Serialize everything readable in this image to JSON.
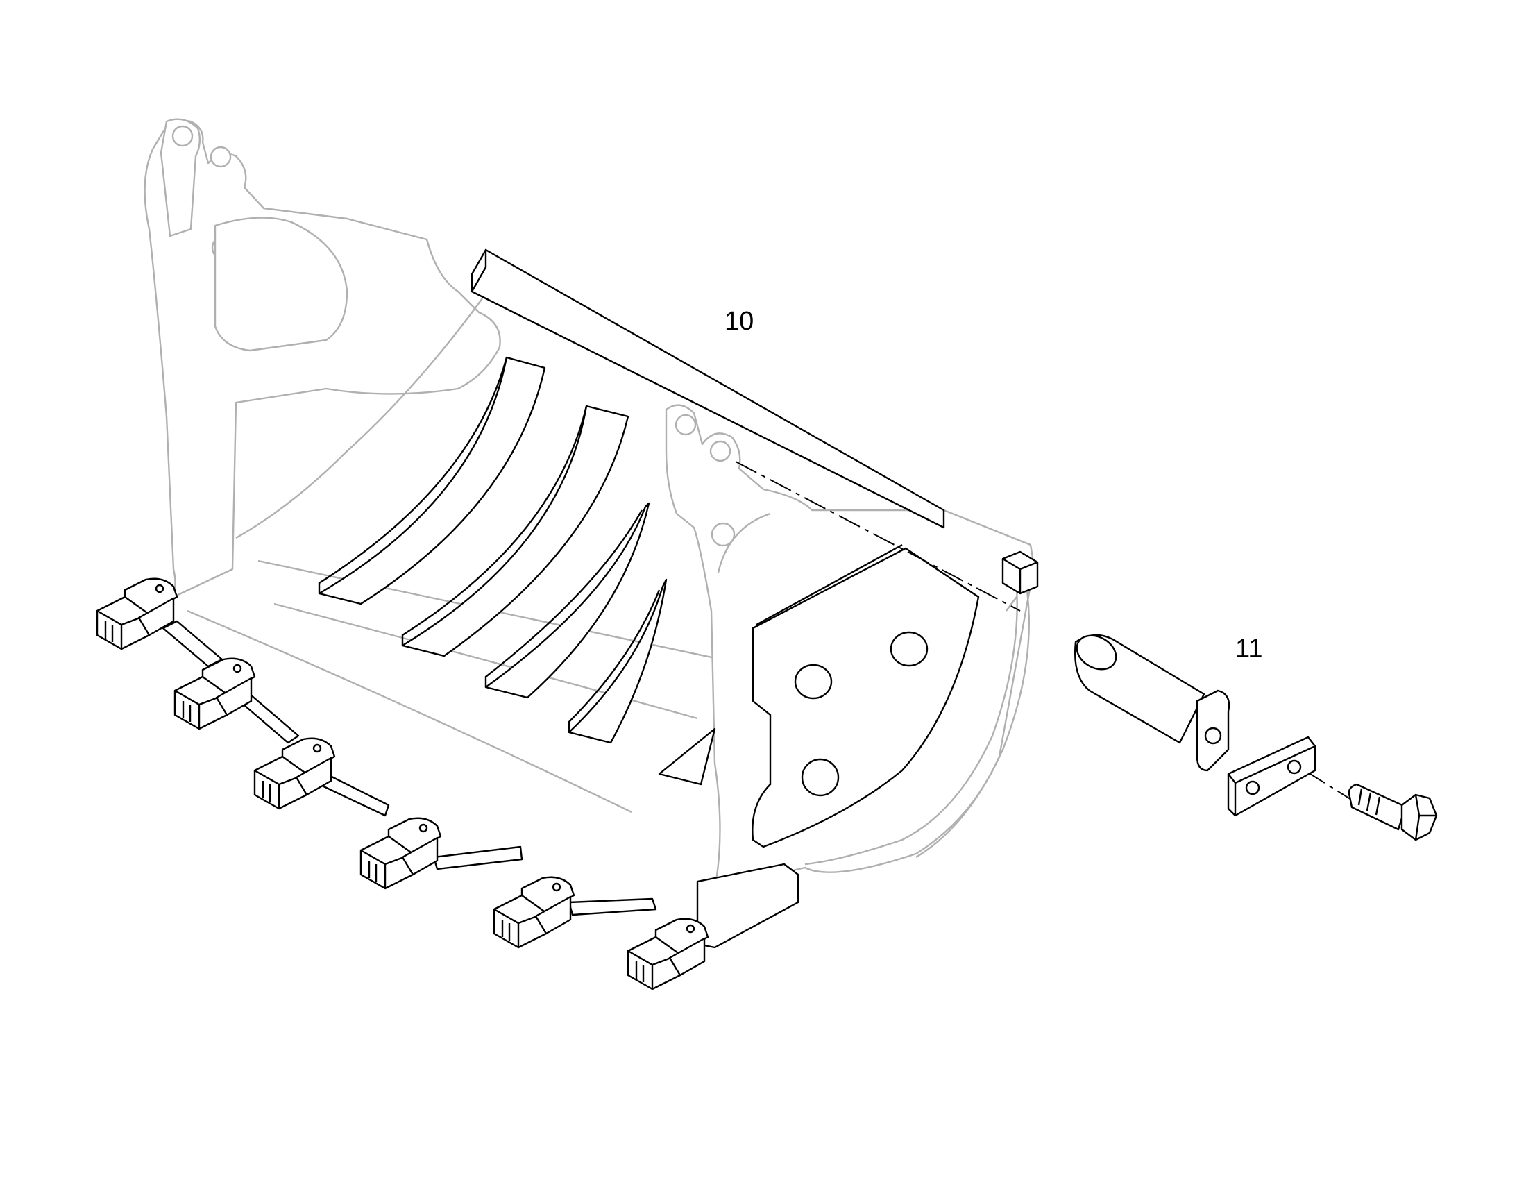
{
  "diagram": {
    "callouts": [
      {
        "id": "10",
        "text": "10"
      },
      {
        "id": "11",
        "text": "11"
      }
    ],
    "colors": {
      "background": "#ffffff",
      "ink": "#000000",
      "ghost": "#b0b0b0"
    }
  }
}
